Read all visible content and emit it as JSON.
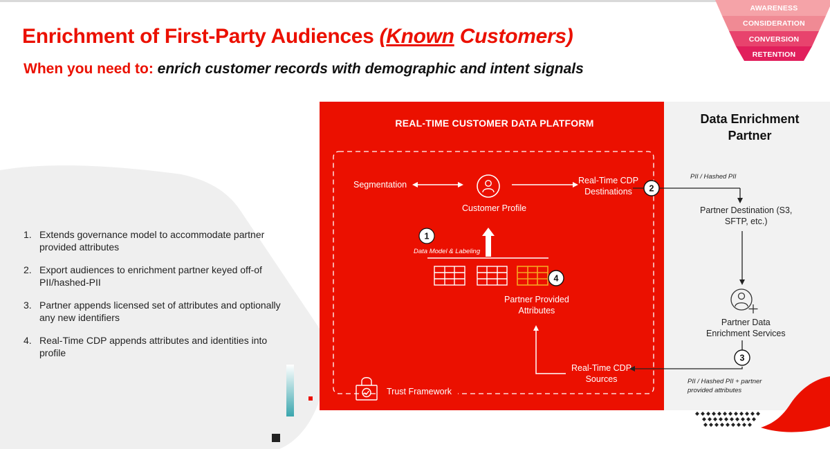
{
  "header": {
    "title_main": "Enrichment of First-Party Audiences ",
    "title_known": "Known",
    "title_customers": " Customers",
    "subtitle_lead": "When you need to:",
    "subtitle_rest": " enrich customer records with demographic and intent signals"
  },
  "funnel": {
    "stages": [
      "AWARENESS",
      "CONSIDERATION",
      "CONVERSION",
      "RETENTION"
    ],
    "colors": [
      "#f5a3a8",
      "#f08a94",
      "#e8436d",
      "#e11f5c"
    ]
  },
  "steps": [
    {
      "num": "1.",
      "text": "Extends governance model to accommodate partner provided attributes"
    },
    {
      "num": "2.",
      "text": "Export audiences to enrichment partner keyed off-of PII/hashed-PII"
    },
    {
      "num": "3.",
      "text": "Partner appends licensed set of attributes and optionally any new identifiers"
    },
    {
      "num": "4.",
      "text": "Real-Time CDP appends attributes and identities into profile"
    }
  ],
  "cdp": {
    "title": "REAL-TIME CUSTOMER DATA PLATFORM",
    "segmentation": "Segmentation",
    "customer_profile": "Customer Profile",
    "destinations": "Real-Time CDP\nDestinations",
    "data_model": "Data Model & Labeling",
    "partner_attributes": "Partner Provided\nAttributes",
    "sources": "Real-Time CDP\nSources",
    "trust_framework": "Trust Framework"
  },
  "partner": {
    "title": "Data Enrichment\nPartner",
    "pii": "PII / Hashed PII",
    "destination": "Partner Destination (S3,\nSFTP, etc.)",
    "services": "Partner Data\nEnrichment Services",
    "pii_return": "PII / Hashed PII + partner\nprovided attributes"
  },
  "badges": [
    "1",
    "2",
    "3",
    "4"
  ],
  "colors": {
    "adobe_red": "#eb1000",
    "partner_gray": "#f2f2f2",
    "highlight_table": "#f5a623",
    "panel_gray": "#efefef"
  }
}
